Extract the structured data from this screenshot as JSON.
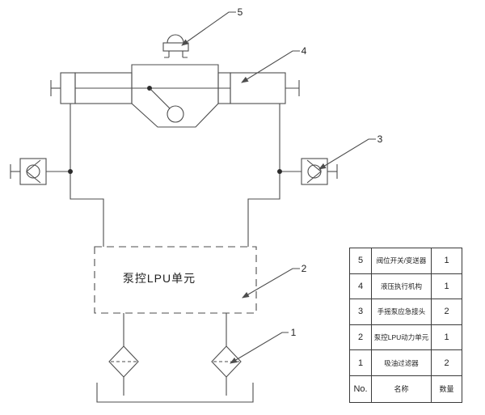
{
  "diagram": {
    "lpu_box_label": "泵控LPU单元",
    "callouts": {
      "c1": "1",
      "c2": "2",
      "c3": "3",
      "c4": "4",
      "c5": "5"
    },
    "icons": {
      "transmitter": "position-transmitter-icon",
      "actuator": "hydraulic-cylinder-icon",
      "check_valve": "check-valve-icon",
      "filter": "filter-icon",
      "tank": "tank-icon"
    }
  },
  "table": {
    "header": {
      "no": "No.",
      "name": "名称",
      "qty": "数量"
    },
    "rows": [
      {
        "no": "5",
        "name": "阀位开关/变送器",
        "qty": "1"
      },
      {
        "no": "4",
        "name": "液压执行机构",
        "qty": "1"
      },
      {
        "no": "3",
        "name": "手摇泵应急接头",
        "qty": "2"
      },
      {
        "no": "2",
        "name": "泵控LPU动力单元",
        "qty": "1"
      },
      {
        "no": "1",
        "name": "吸油过滤器",
        "qty": "2"
      }
    ]
  },
  "colors": {
    "line": "#4d4d4d",
    "text": "#1f1f1f",
    "background": "#ffffff"
  }
}
